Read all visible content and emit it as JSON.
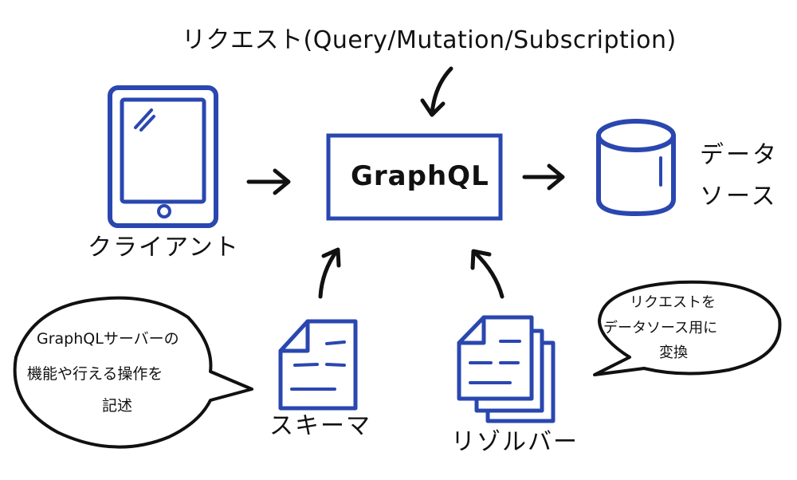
{
  "request_label": "リクエスト(Query/Mutation/Subscription)",
  "graphql_label": "GraphQL",
  "client_label": "クライアント",
  "datasource_label": [
    "データ",
    "ソース"
  ],
  "schema_label": "スキーマ",
  "resolver_label": "リゾルバー",
  "schema_bubble_lines": [
    "GraphQLサーバーの",
    "機能や行える操作を",
    "記述"
  ],
  "resolver_bubble_lines": [
    "リクエストを",
    "データソース用に",
    "変換"
  ],
  "colors": {
    "accent_blue": "#2a47b0",
    "ink": "#111111"
  },
  "icons": [
    "tablet-icon",
    "database-cylinder-icon",
    "schema-document-icon",
    "resolver-documents-stack-icon"
  ]
}
